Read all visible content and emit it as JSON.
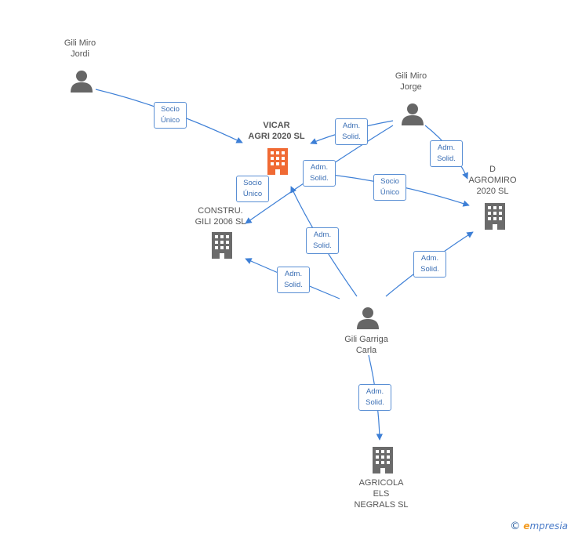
{
  "nodes": {
    "gili_miro_jordi": {
      "label": "Gili Miro\nJordi",
      "type": "person"
    },
    "gili_miro_jorge": {
      "label": "Gili Miro\nJorge",
      "type": "person"
    },
    "vicar_agri": {
      "label": "VICAR\nAGRI 2020  SL",
      "type": "company-main"
    },
    "construgili": {
      "label": "CONSTRU.\nGILI 2006 SL",
      "type": "company"
    },
    "d_agromiro": {
      "label": "D\nAGROMIRO\n2020  SL",
      "type": "company"
    },
    "gili_garriga_carla": {
      "label": "Gili Garriga\nCarla",
      "type": "person"
    },
    "agricola_els_negrals": {
      "label": "AGRICOLA\nELS\nNEGRALS  SL",
      "type": "company"
    }
  },
  "edges": [
    {
      "id": "e1",
      "label": "Socio\nÚnico"
    },
    {
      "id": "e2",
      "label": "Adm.\nSolid."
    },
    {
      "id": "e3",
      "label": "Adm.\nSolid."
    },
    {
      "id": "e4",
      "label": "Socio\nÚnico"
    },
    {
      "id": "e5",
      "label": "Socio\nÚnico"
    },
    {
      "id": "e6",
      "label": "Adm.\nSolid."
    },
    {
      "id": "e7",
      "label": "Adm.\nSolid."
    },
    {
      "id": "e8",
      "label": "Adm.\nSolid."
    },
    {
      "id": "e9",
      "label": "Adm.\nSolid."
    }
  ],
  "colors": {
    "edge": "#3d7fd6",
    "person": "#666666",
    "company": "#6b6b6b",
    "main": "#f06a34"
  },
  "footer": {
    "copyright": "©",
    "brand_e": "e",
    "brand_rest": "mpresia"
  }
}
